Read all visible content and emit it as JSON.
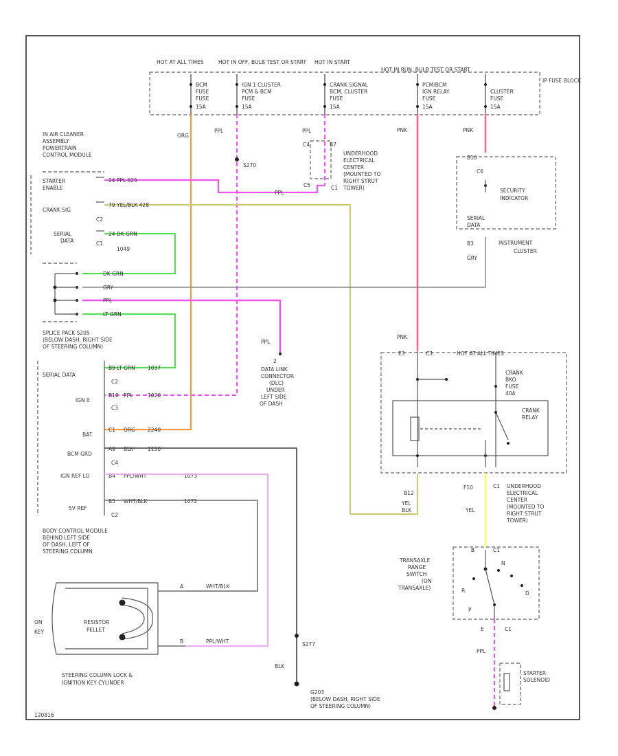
{
  "fuse_block": {
    "label": "IP FUSE BLOCK",
    "hot_at_all_times": "HOT AT ALL TIMES",
    "hot_in_off_bulb": "HOT IN OFF, BULB TEST OR START",
    "hot_in_start": "HOT IN START",
    "hot_in_run_bulb": "HOT IN RUN, BULB TEST OR START",
    "fuses": [
      {
        "name_l1": "BCM",
        "name_l2": "FUSE",
        "name_l3": "FUSE",
        "id": "15A"
      },
      {
        "name_l1": "IGN 1 CLUSTER",
        "name_l2": "PCM & BCM",
        "name_l3": "FUSE",
        "id": "15A"
      },
      {
        "name_l1": "CRANK SIGNAL",
        "name_l2": "BCM, CLUSTER",
        "name_l3": "FUSE",
        "id": "15A"
      },
      {
        "name_l1": "PCM/BCM",
        "name_l2": "IGN RELAY",
        "name_l3": "FUSE",
        "id": "15A"
      },
      {
        "name_l1": "CLUSTER",
        "name_l2": "FUSE",
        "name_l3": "",
        "id": "15A"
      }
    ]
  },
  "pcm": {
    "label_l1": "IN AIR CLEANER",
    "label_l2": "ASSEMBLY",
    "label_l3": "POWERTRAIN",
    "label_l4": "CONTROL MODULE",
    "starter_enable_l1": "STARTER",
    "starter_enable_l2": "ENABLE",
    "crank_sig": "CRANK SIG",
    "serial_data_l1": "SERIAL",
    "serial_data_l2": "DATA",
    "c2": "C2",
    "c1": "C1",
    "pin_24": "24",
    "pin_79": "79",
    "wire_ppl_624": "PPL  625",
    "wire_yel_blk_428": "YEL/BLK  428",
    "wire_dk_grn_1049": "DK GRN",
    "circuit_1049": "1049"
  },
  "wires": {
    "org": "ORG",
    "ppl": "PPL",
    "pnk": "PNK",
    "gry": "GRY",
    "yel": "YEL",
    "yel_blk": "YEL/\nBLK",
    "blk": "BLK",
    "dk_grn": "DK GRN",
    "lt_grn": "LT GRN"
  },
  "splice": {
    "s270": "S270",
    "s277": "S277",
    "g203_l1": "G203",
    "g203_l2": "(BELOW DASH, RIGHT SIDE",
    "g203_l3": "OF STEERING COLUMN)",
    "pack_l1": "SPLICE PACK S205",
    "pack_l2": "(BELOW DASH, RIGHT SIDE",
    "pack_l3": "OF STEERING COLUMN)"
  },
  "uec_top": {
    "l1": "UNDERHOOD",
    "l2": "ELECTRICAL",
    "l3": "CENTER",
    "l4": "(MOUNTED TO",
    "l5": "RIGHT STRUT",
    "l6": "TOWER)",
    "c4": "C4",
    "c5": "C5",
    "b7": "B7",
    "c1": "C1"
  },
  "cluster": {
    "b10": "B10",
    "c6": "C6",
    "security": "SECURITY",
    "indicator": "INDICATOR",
    "serial": "SERIAL",
    "data": "DATA",
    "b3": "B3",
    "instrument": "INSTRUMENT",
    "cluster_lbl": "CLUSTER"
  },
  "dlc": {
    "pin": "2",
    "l1": "DATA LINK",
    "l2": "CONNECTOR",
    "l3": "(DLC)",
    "l4": "UNDER",
    "l5": "LEFT SIDE",
    "l6": "OF DASH"
  },
  "bcm": {
    "serial_data": "SERIAL DATA",
    "ign_0": "IGN 0",
    "bat": "BAT",
    "bcm_grd": "BCM GRD",
    "ign_ref_lo": "IGN REF LO",
    "5v_ref": "5V REF",
    "c2": "C2",
    "c3": "C3",
    "c4": "C4",
    "pin_b9": "B9",
    "pin_b10": "B10",
    "pin_c1": "C1",
    "pin_a9": "A9",
    "pin_b4": "B4",
    "pin_b5": "B5",
    "w_lt_grn": "LT GRN",
    "w_1037": "1037",
    "w_ppl": "PPL",
    "w_1020": "1020",
    "w_org": "ORG",
    "w_2240": "2240",
    "w_blk": "BLK",
    "w_1150": "1150",
    "w_pplwht": "PPL/WHT",
    "w_1073": "1073",
    "w_wht_blk": "WHT/BLK",
    "w_1072": "1072",
    "label_l1": "BODY CONTROL MODULE",
    "label_l2": "BEHIND LEFT SIDE",
    "label_l3": "OF DASH, LEFT OF",
    "label_l4": "STEERING COLUMN"
  },
  "relay_box": {
    "hot_at_all_times": "HOT AT ALL TIMES",
    "crank_l1": "CRANK",
    "crank_l2": "BKO",
    "crank_l3": "FUSE",
    "crank_l4": "40A",
    "relay_l1": "CRANK",
    "relay_l2": "RELAY",
    "c3": "C3",
    "e3": "E3",
    "b12": "B12",
    "f10": "F10",
    "c1": "C1",
    "pnk": "PNK"
  },
  "uec_bottom": {
    "l1": "UNDERHOOD",
    "l2": "ELECTRICAL",
    "l3": "CENTER",
    "l4": "(MOUNTED TO",
    "l5": "RIGHT STRUT",
    "l6": "TOWER)"
  },
  "transaxle": {
    "l1": "TRANSAXLE",
    "l2": "RANGE",
    "l3": "SWITCH",
    "l4": "(ON",
    "l5": "TRANSAXLE)",
    "b": "B",
    "c1": "C1",
    "e": "E",
    "c1b": "C1",
    "p": "P",
    "r": "R",
    "n": "N",
    "d": "D"
  },
  "starter": {
    "l1": "STARTER",
    "l2": "SOLENOID"
  },
  "ignition": {
    "on": "ON",
    "key": "KEY",
    "resistor": "RESISTOR",
    "pellet": "PELLET",
    "a": "A",
    "b": "B",
    "label": "STEERING COLUMN LOCK &",
    "label2": "IGNITION KEY CYLINDER",
    "w_wht_blk": "WHT/BLK",
    "w_ppl_wht": "PPL/WHT"
  },
  "footer": {
    "code": "120816"
  }
}
